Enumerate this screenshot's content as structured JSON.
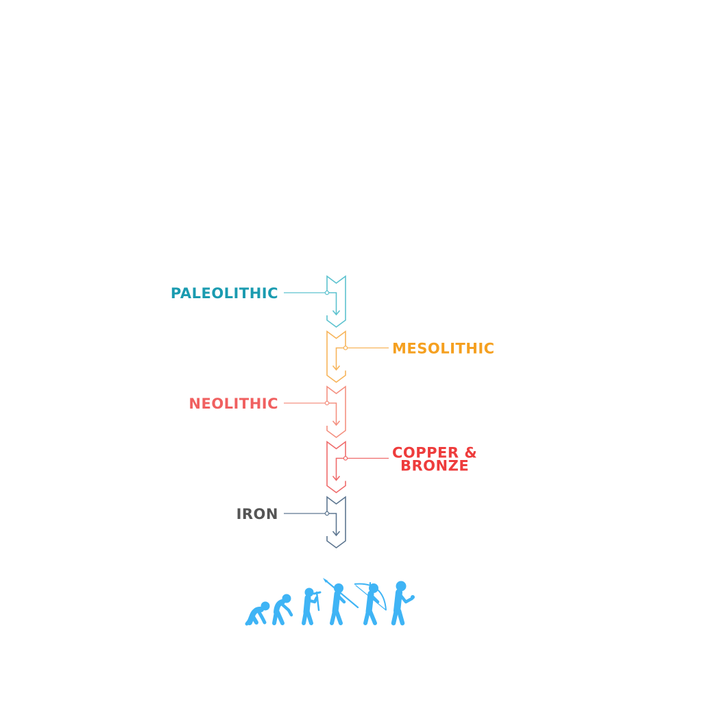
{
  "diagram": {
    "stages": [
      {
        "label_lines": [
          "PALEOLITHIC"
        ],
        "color": "#1a9bb0",
        "line_color": "#5cc2cf",
        "side": "left"
      },
      {
        "label_lines": [
          "MESOLITHIC"
        ],
        "color": "#f5a020",
        "line_color": "#f7b45a",
        "side": "right"
      },
      {
        "label_lines": [
          "NEOLITHIC"
        ],
        "color": "#f06060",
        "line_color": "#f49080",
        "side": "left"
      },
      {
        "label_lines": [
          "COPPER &",
          "BRONZE"
        ],
        "color": "#ee3c3c",
        "line_color": "#ef6b6b",
        "side": "right"
      },
      {
        "label_lines": [
          "IRON"
        ],
        "color": "#555555",
        "line_color": "#5d7690",
        "side": "left"
      }
    ],
    "illustration": {
      "icon": "human-evolution-icon",
      "color": "#3fb4f5",
      "figures": 6
    }
  }
}
